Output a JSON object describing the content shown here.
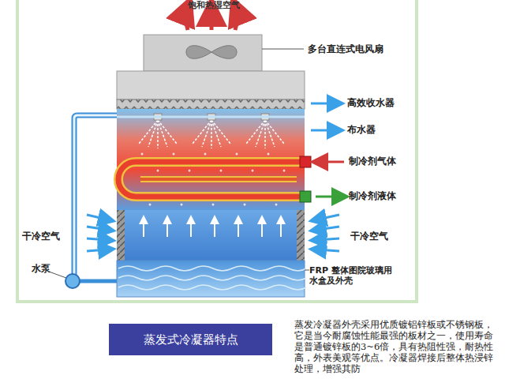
{
  "diagram": {
    "nodes": [
      {
        "text": [
          "蒸发式冷凝器特点"
        ]
      }
    ],
    "labels": [
      "饱和热湿空气",
      "多台直连式电风扇",
      "高效收水器",
      "布水器",
      "制冷剂气体",
      "制冷剂液体",
      "干冷空气",
      "干冷空气",
      "水泵",
      "FRP 整体图院玻璃用 水盒及外壳",
      "蒸发冷凝器外壳采用优质镀铝锌板或不锈钢板，它是当今耐腐蚀性能最强的板材之一，使用寿命是普通镀锌板的3~6倍，具有热阻性强，耐热性高，外表美观等优点。冷凝器焊接后整体热浸锌处理，增强其防"
    ]
  }
}
